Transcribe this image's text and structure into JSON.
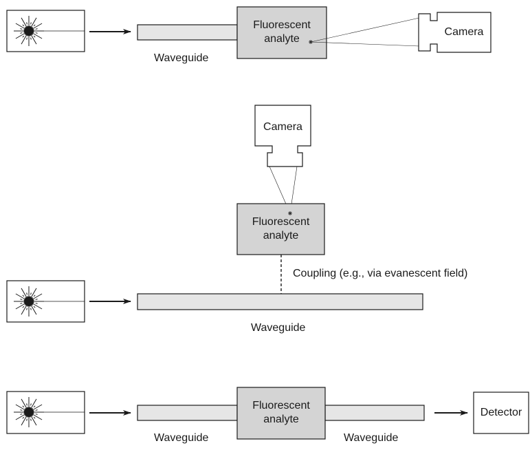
{
  "diagram_1": {
    "waveguide_label": "Waveguide",
    "analyte_line1": "Fluorescent",
    "analyte_line2": "analyte",
    "camera_label": "Camera"
  },
  "diagram_2": {
    "camera_label": "Camera",
    "analyte_line1": "Fluorescent",
    "analyte_line2": "analyte",
    "coupling_label": "Coupling (e.g., via evanescent field)",
    "waveguide_label": "Waveguide"
  },
  "diagram_3": {
    "analyte_line1": "Fluorescent",
    "analyte_line2": "analyte",
    "left_waveguide_label": "Waveguide",
    "right_waveguide_label": "Waveguide",
    "detector_label": "Detector"
  },
  "colors": {
    "stroke": "#1a1a1a",
    "waveguide_fill": "#e6e6e6",
    "analyte_fill": "#d4d4d4",
    "background": "#ffffff"
  },
  "icons": {
    "light_source": "starburst-light-source-icon",
    "camera": "camera-icon",
    "detector": "detector-box",
    "arrow": "right-arrow-icon"
  }
}
